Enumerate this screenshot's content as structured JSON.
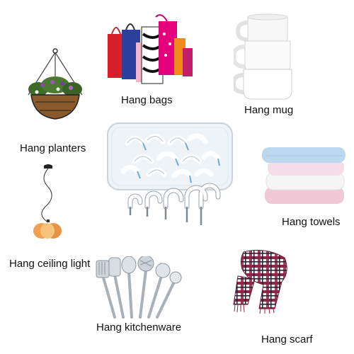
{
  "captions": {
    "bags": "Hang bags",
    "mug": "Hang mug",
    "planters": "Hang planters",
    "towels": "Hang towels",
    "ceiling_light": "Hang ceiling light",
    "scarf": "Hang scarf",
    "kitchenware": "Hang kitchenware"
  },
  "icons": {
    "bags": "shopping-bags-icon",
    "mug": "stacked-mugs-icon",
    "planters": "hanging-planter-icon",
    "towels": "folded-towels-icon",
    "ceiling_light": "pendant-light-icon",
    "scarf": "plaid-scarf-icon",
    "kitchenware": "kitchen-utensils-icon",
    "hooks_box": "hook-box-icon",
    "hooks_row": "screw-hooks-icon"
  },
  "colors": {
    "hook": "#ffffff",
    "hook_outline": "#9aa3ad",
    "screw": "#7f8a96",
    "box_edge": "#c9d3dd"
  }
}
